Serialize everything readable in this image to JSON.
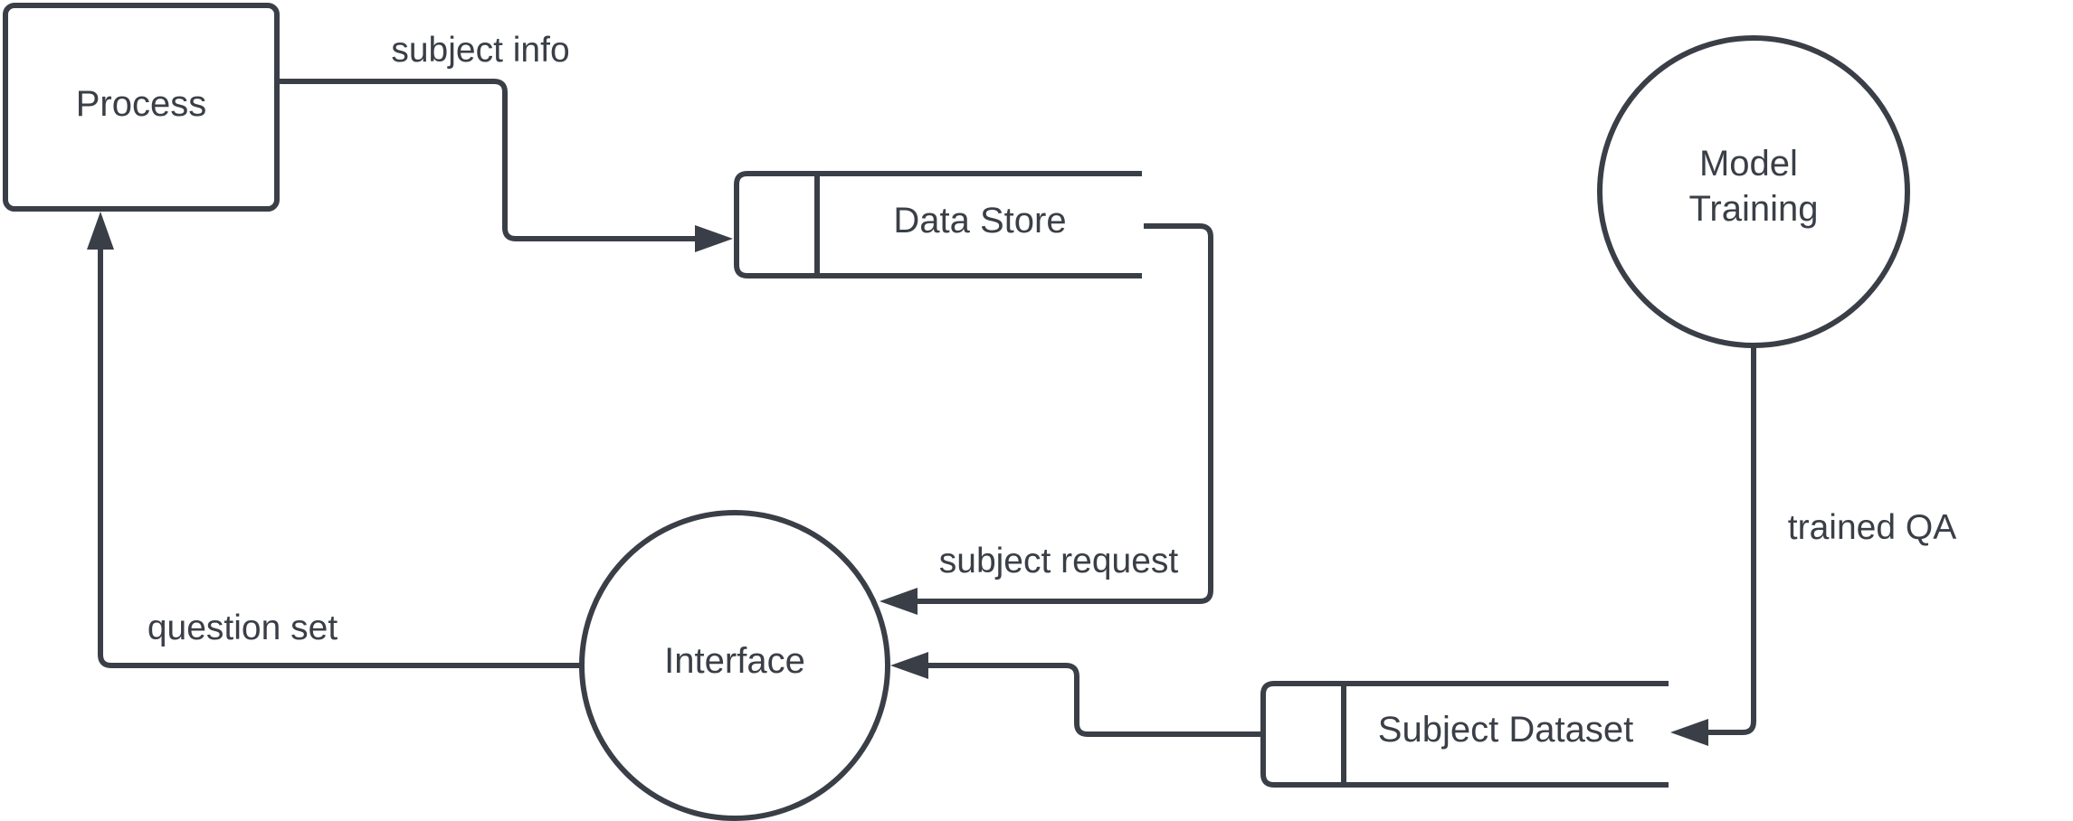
{
  "diagram": {
    "nodes": {
      "process": {
        "label": "Process",
        "kind": "external-entity"
      },
      "data_store": {
        "label": "Data Store",
        "kind": "data-store"
      },
      "model_training": {
        "label_lines": [
          "Model",
          "Training"
        ],
        "kind": "process"
      },
      "interface": {
        "label": "Interface",
        "kind": "process"
      },
      "subject_dataset": {
        "label": "Subject Dataset",
        "kind": "data-store"
      }
    },
    "edges": {
      "subject_info": {
        "label": "subject info",
        "from": "Process",
        "to": "Data Store"
      },
      "subject_request": {
        "label": "subject request",
        "from": "Data Store",
        "to": "Interface"
      },
      "question_set": {
        "label": "question set",
        "from": "Interface",
        "to": "Process"
      },
      "trained_qa": {
        "label": "trained QA",
        "from": "Model Training",
        "to": "Subject Dataset"
      },
      "dataset_to_interface": {
        "label": "",
        "from": "Subject Dataset",
        "to": "Interface"
      }
    },
    "colors": {
      "stroke": "#3a3f47",
      "text": "#3a3f47",
      "background": "#ffffff"
    }
  }
}
